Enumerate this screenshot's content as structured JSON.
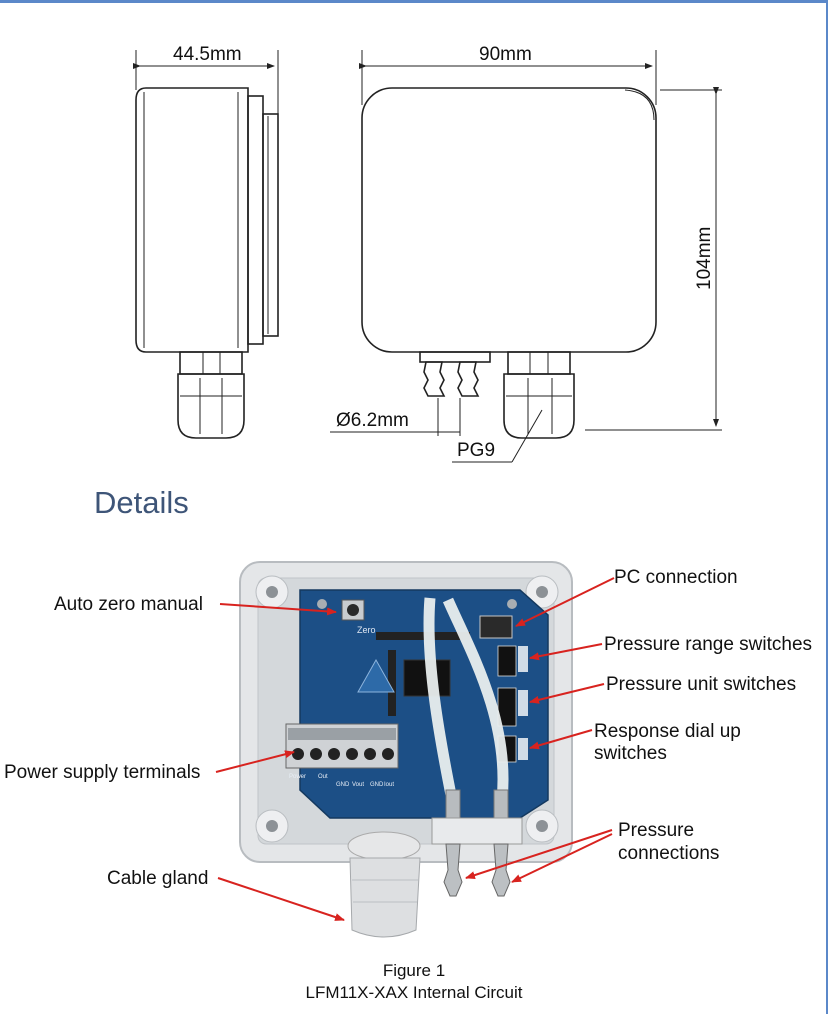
{
  "drawing": {
    "dim_depth": "44.5mm",
    "dim_width": "90mm",
    "dim_height": "104mm",
    "dim_port": "Ø6.2mm",
    "dim_gland": "PG9"
  },
  "section_title": "Details",
  "board": {
    "button_label": "Zero",
    "terminal_labels": [
      "Power",
      "Out",
      "GND",
      "Vout",
      "GND",
      "Iout"
    ]
  },
  "callouts": {
    "auto_zero": "Auto zero manual",
    "power_terminals": "Power supply terminals",
    "cable_gland": "Cable gland",
    "pc_connection": "PC connection",
    "range_switches": "Pressure range switches",
    "unit_switches": "Pressure unit switches",
    "response_line1": "Response dial up",
    "response_line2": "switches",
    "pressure_line1": "Pressure",
    "pressure_line2": "connections"
  },
  "figure": {
    "number": "Figure 1",
    "title": "LFM11X-XAX Internal Circuit"
  },
  "colors": {
    "frame": "#5b88c9",
    "heading": "#3e5578",
    "callout_arrow": "#d8231f",
    "pcb": "#1c4f86",
    "enclosure": "#e4e6e8"
  }
}
